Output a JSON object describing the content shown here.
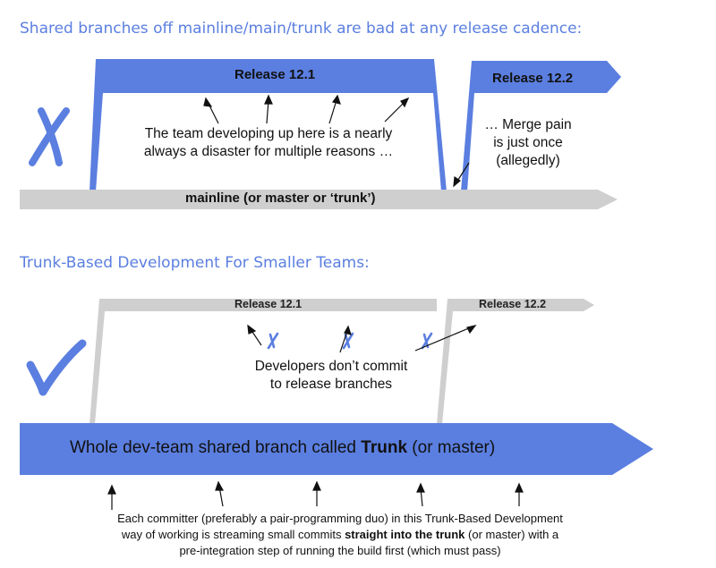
{
  "section1": {
    "heading": "Shared branches off mainline/main/trunk are bad at any release cadence:",
    "release_a": "Release 12.1",
    "release_b": "Release 12.2",
    "mainline": "mainline (or master or ‘trunk’)",
    "note_left_1": "The team developing up here is a nearly",
    "note_left_2": "always a disaster for multiple reasons …",
    "note_right_1": "… Merge pain",
    "note_right_2": "is just once",
    "note_right_3": "(allegedly)",
    "mark_icon": "cross-icon",
    "colors": {
      "branch": "#5b7fe0",
      "mainline": "#cfcfcf",
      "mark": "#5b7fe0"
    }
  },
  "section2": {
    "heading": "Trunk-Based Development For Smaller Teams:",
    "release_a": "Release 12.1",
    "release_b": "Release 12.2",
    "note_1": "Developers don’t commit",
    "note_2": "to release branches",
    "trunk_pre": "Whole dev-team shared branch called ",
    "trunk_bold": "Trunk",
    "trunk_post": " (or master)",
    "footer_1": "Each committer (preferably a pair-programming duo) in this Trunk-Based Development",
    "footer_2_pre": "way of working is streaming small commits ",
    "footer_2_bold": "straight into the trunk",
    "footer_2_post": " (or master) with a",
    "footer_3": "pre-integration step of running the build first (which must pass)",
    "mark_icon": "check-icon",
    "colors": {
      "trunk": "#5b7fe0",
      "release": "#cfcfcf",
      "mark": "#5b7fe0"
    }
  }
}
